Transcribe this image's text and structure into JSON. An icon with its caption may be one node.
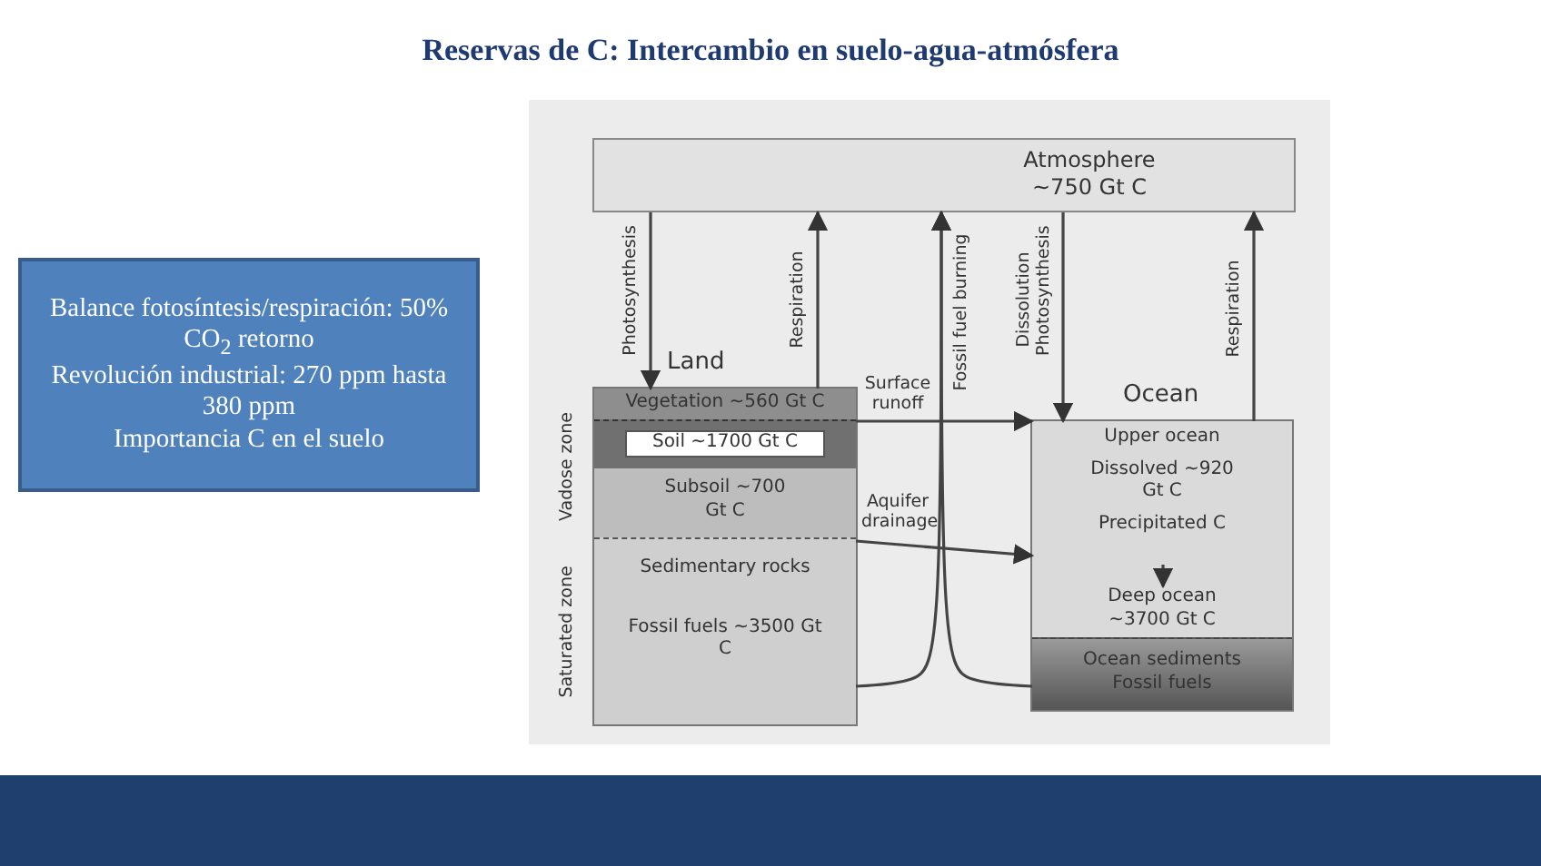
{
  "diagram": {
    "title": "Reservas de C: Intercambio en suelo-agua-atmósfera",
    "nodes": [
      {
        "text": [
          "Balance fotosíntesis/respiración: 50% CO$_{2}$ retorno",
          "Revolución industrial: 270 ppm hasta 380 ppm",
          "Importancia C en el suelo"
        ]
      },
      {
        "text": [
          "Atmosphere ~750 Gt C"
        ]
      },
      {
        "text": [
          "Land"
        ]
      },
      {
        "text": [
          "Vegetation ~560 Gt C"
        ],
        "in": 2
      },
      {
        "text": [
          "Soil ~1700 Gt C"
        ],
        "in": 2
      },
      {
        "text": [
          "Subsoil ~700 Gt C"
        ],
        "in": 2
      },
      {
        "text": [
          "Sedimentary rocks",
          "Fossil fuels ~3500 Gt C"
        ],
        "in": 2
      },
      {
        "text": [
          "Ocean"
        ]
      },
      {
        "text": [
          "Upper ocean",
          "Dissolved ~920 Gt C",
          "Precipitated C"
        ],
        "in": 7
      },
      {
        "text": [
          "Deep ocean ~3700 Gt C"
        ],
        "in": 7
      },
      {
        "text": [
          "Ocean sediments Fossil fuels"
        ],
        "in": 7
      }
    ],
    "edges": [
      {
        "from": 1,
        "to": 3,
        "arrow": "to",
        "label": "Photosynthesis"
      },
      {
        "from": 3,
        "to": 1,
        "arrow": "to",
        "label": "Respiration"
      },
      {
        "from": 6,
        "to": 1,
        "arrow": "to",
        "label": "Fossil fuel burning"
      },
      {
        "from": 10,
        "to": 1,
        "arrow": "to"
      },
      {
        "from": 1,
        "to": 8,
        "arrow": "to",
        "label": "Dissolution Photosynthesis"
      },
      {
        "from": 8,
        "to": 1,
        "arrow": "to",
        "label": "Respiration"
      },
      {
        "from": 3,
        "to": 8,
        "arrow": "to",
        "label": "Surface runoff"
      },
      {
        "from": 6,
        "to": 8,
        "arrow": "to",
        "label": "Aquifer drainage"
      },
      {
        "from": 8,
        "to": 9,
        "arrow": "to"
      }
    ],
    "labels": [
      "Vadose zone",
      "Saturated zone"
    ]
  }
}
